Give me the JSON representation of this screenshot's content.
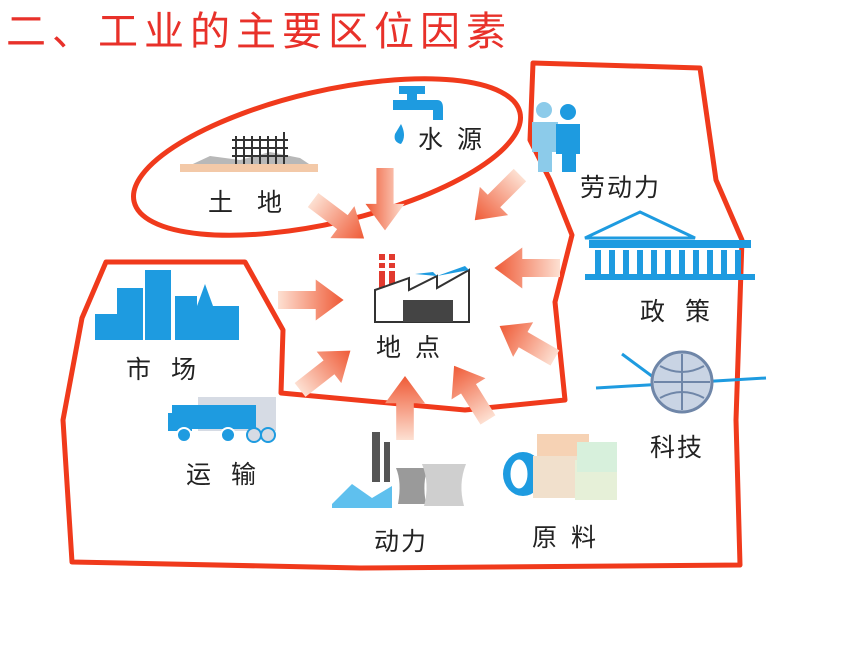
{
  "title": "二、工业的主要区位因素",
  "center_label": "地点",
  "factors": {
    "land": "土地",
    "water": "水源",
    "labor": "劳动力",
    "policy": "政策",
    "market": "市场",
    "tech": "科技",
    "transport": "运输",
    "power": "动力",
    "material": "原料"
  },
  "colors": {
    "outline": "#f03a1c",
    "arrow": "#f0603c",
    "icon": "#1e9be0",
    "title": "#e8312a"
  }
}
